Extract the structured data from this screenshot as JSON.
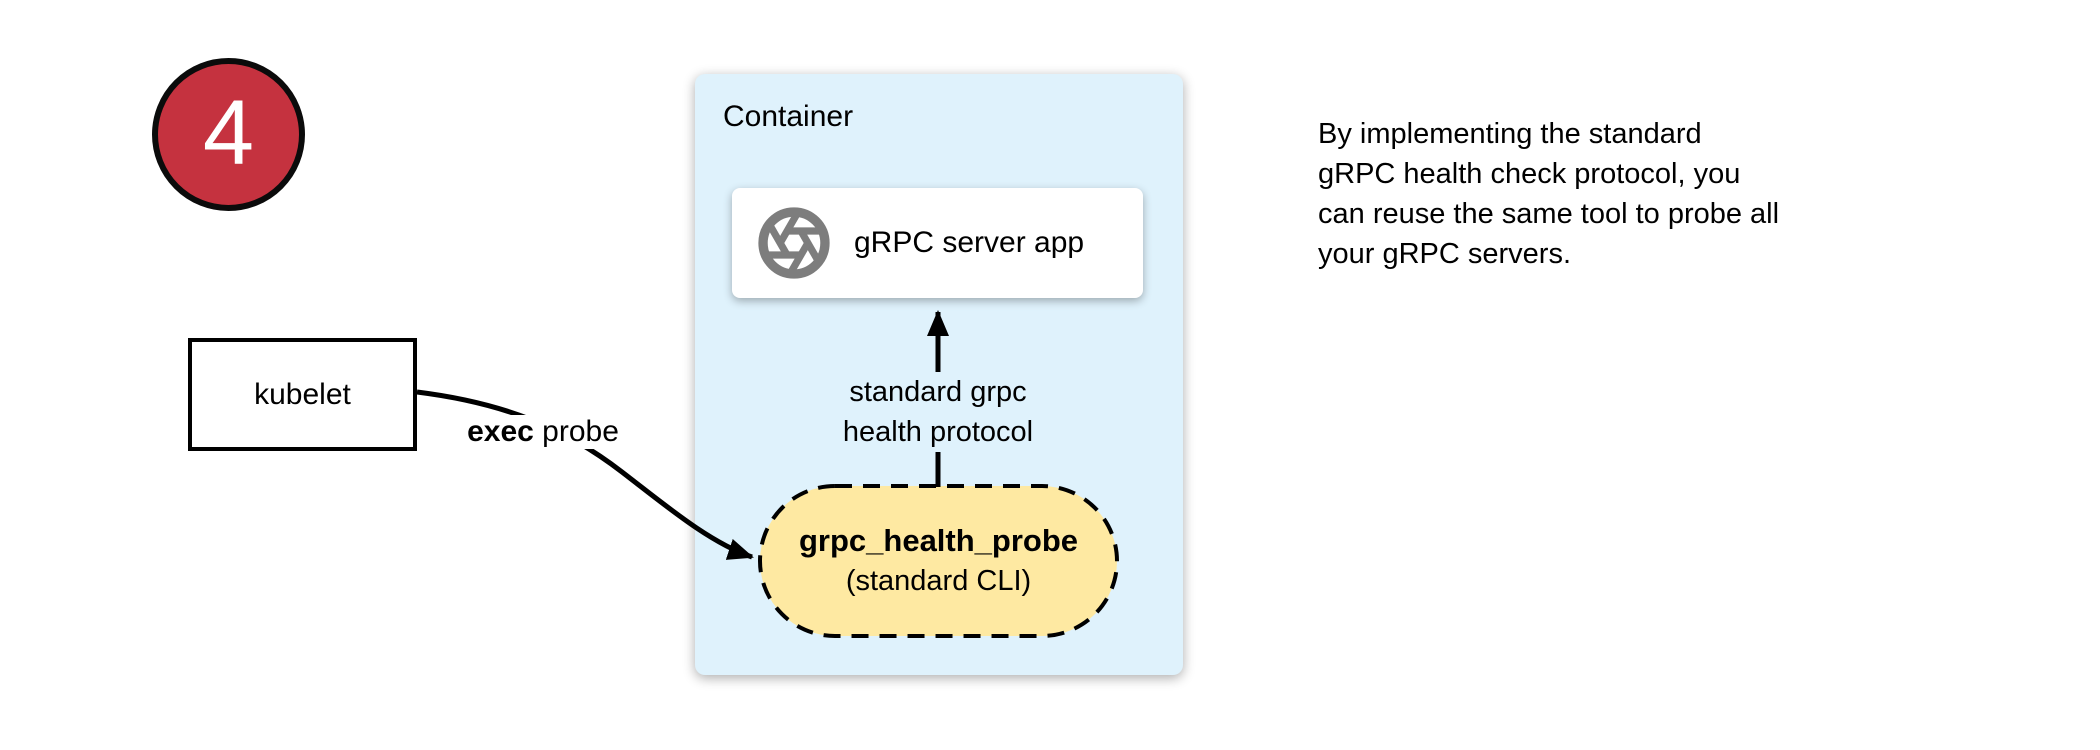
{
  "step_badge": {
    "number": "4",
    "fill": "#c5323f",
    "border": "#0b0b0b"
  },
  "kubelet_box": {
    "label": "kubelet"
  },
  "exec_probe_label": {
    "bold": "exec",
    "rest": " probe"
  },
  "container": {
    "title": "Container",
    "fill": "#dff2fc",
    "server_box": {
      "icon": "aperture-icon",
      "icon_color": "#7d7d7d",
      "label": "gRPC server app"
    },
    "protocol_label": {
      "line1": "standard grpc",
      "line2": "health protocol"
    },
    "probe_pill": {
      "title": "grpc_health_probe",
      "subtitle": "(standard CLI)",
      "fill": "#fee9a2"
    }
  },
  "caption": {
    "lines": [
      "By implementing the standard",
      "gRPC health check protocol, you",
      "can reuse the same tool to probe all",
      "your gRPC servers."
    ]
  }
}
